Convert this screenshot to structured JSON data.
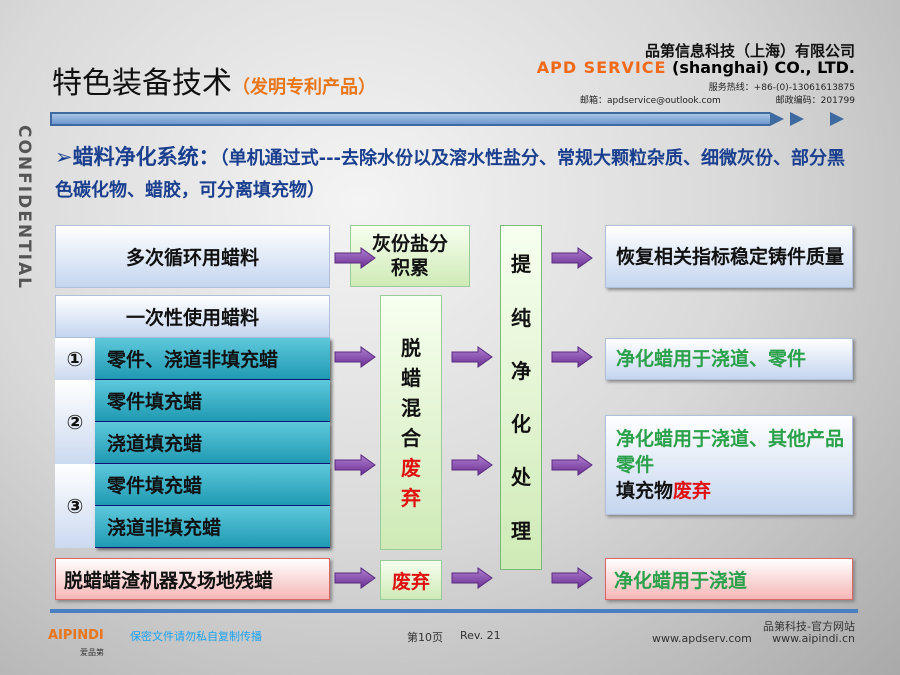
{
  "header": {
    "title": "特色装备技术",
    "title_sub": "（发明专利产品）",
    "company_cn": "品第信息科技（上海）有限公司",
    "company_en_brand": "APD SERVICE",
    "company_en_rest": "(shanghai) CO., LTD.",
    "hotline": "服务热线：+86-(0)-13061613875",
    "email": "邮箱：apdservice@outlook.com",
    "zip": "邮政编码：201799"
  },
  "side_label": "CONFIDENTIAL",
  "heading": {
    "main": "➢蜡料净化系统：",
    "detail": "（单机通过式---去除水份以及溶水性盐分、常规大颗粒杂质、细微灰份、部分黑色碳化物、蜡胶，可分离填充物）"
  },
  "left": {
    "multi": "多次循环用蜡料",
    "single": "一次性使用蜡料",
    "circles": [
      "①",
      "②",
      "③"
    ],
    "rows": [
      "零件、浇道非填充蜡",
      "零件填充蜡",
      "浇道填充蜡",
      "零件填充蜡",
      "浇道非填充蜡"
    ],
    "residue": "脱蜡蜡渣机器及场地残蜡"
  },
  "middle": {
    "ash": "灰份盐分积累",
    "mix": [
      "脱",
      "蜡",
      "混",
      "合"
    ],
    "mix_red": [
      "废",
      "弃"
    ],
    "waste": "废弃"
  },
  "purify": [
    "提",
    "纯",
    "净",
    "化",
    "处",
    "理"
  ],
  "right": {
    "r1": "恢复相关指标稳定铸件质量",
    "r2": "净化蜡用于浇道、零件",
    "r3a": "净化蜡用于浇道、其他产品零件",
    "r3b": "填充物",
    "r3c": "废弃",
    "r4": "净化蜡用于浇道"
  },
  "footer": {
    "logo": "AIPINDI",
    "logo_cn": "爱品第",
    "notice": "保密文件请勿私自复制传播",
    "page": "第10页",
    "rev": "Rev. 21",
    "site_title": "品第科技-官方网站",
    "url1": "www.apdserv.com",
    "url2": "www.aipindi.cn"
  },
  "colors": {
    "arrow": "#7b3fa0",
    "accent": "#e8761a",
    "heading": "#1a3f8f"
  }
}
